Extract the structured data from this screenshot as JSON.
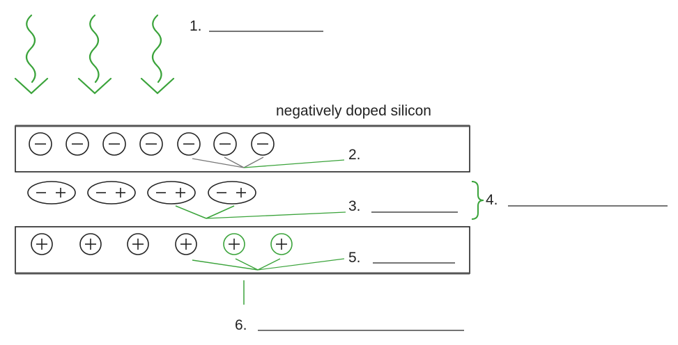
{
  "labels": {
    "n_layer": "negatively doped silicon",
    "num_1": "1.",
    "num_2": "2.",
    "num_3": "3.",
    "num_4": "4.",
    "num_5": "5.",
    "num_6": "6."
  },
  "symbols": {
    "minus": "−",
    "plus": "+"
  },
  "colors": {
    "ink": "#222222",
    "green": "#3aa33a"
  },
  "counts": {
    "light_waves": 3,
    "negative_charges": 7,
    "electron_hole_pairs": 4,
    "positive_charges": 6
  }
}
